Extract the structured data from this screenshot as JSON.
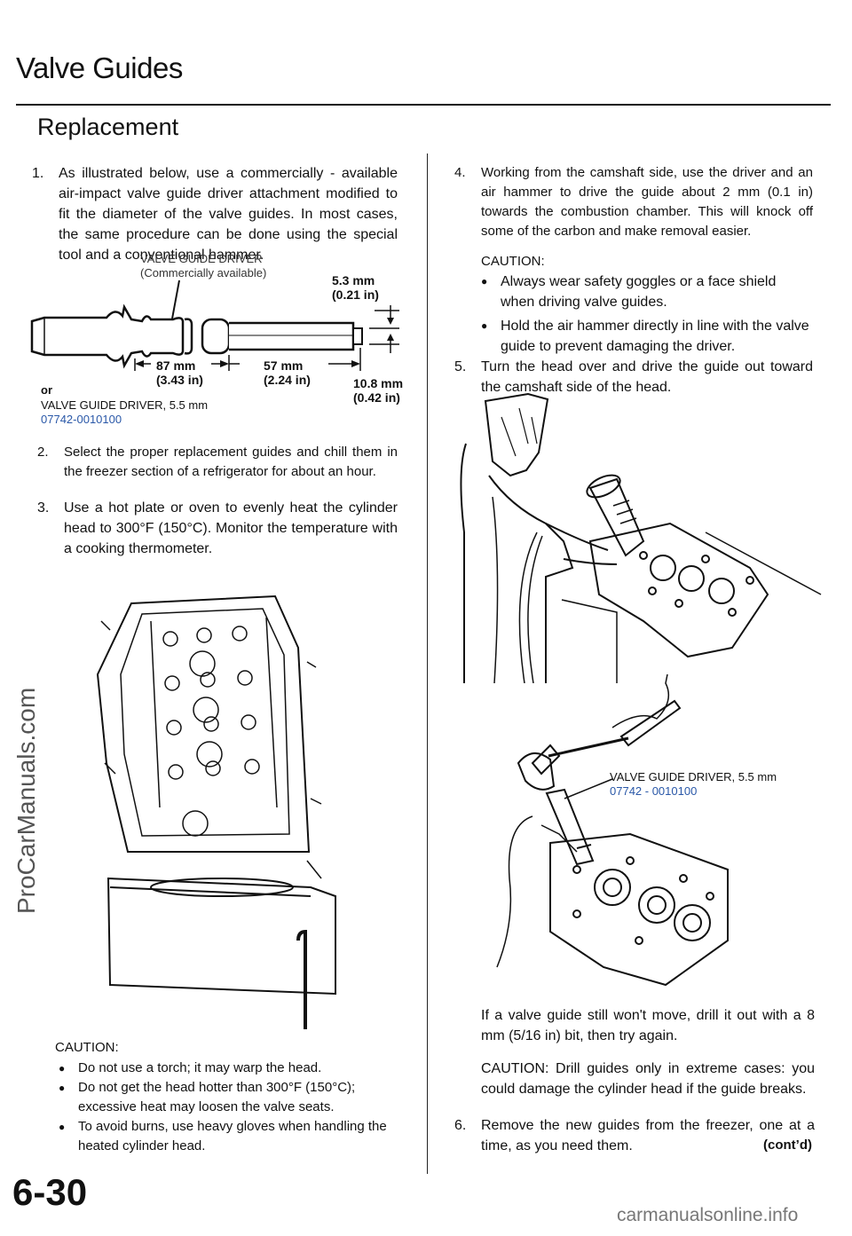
{
  "header": {
    "title": "Valve Guides",
    "subtitle": "Replacement"
  },
  "left": {
    "step1_num": "1.",
    "step1_text": "As illustrated below, use a commercially - available air-impact valve guide driver attachment modified to fit the diameter of the valve guides. In most cases, the same procedure can be done using the special tool and a conventional hammer.",
    "driver_label_line1": "VALVE GUIDE DRIVER",
    "driver_label_line2": "(Commercially available)",
    "dim1_mm": "5.3 mm",
    "dim1_in": "(0.21 in)",
    "dim2_mm": "87 mm",
    "dim2_in": "(3.43 in)",
    "dim3_mm": "57 mm",
    "dim3_in": "(2.24 in)",
    "dim4_mm": "10.8 mm",
    "dim4_in": "(0.42 in)",
    "or_label": "or",
    "tool_name": "VALVE GUIDE DRIVER, 5.5 mm",
    "tool_number": "07742-0010100",
    "step2_num": "2.",
    "step2_text": "Select the proper replacement guides and chill them in the freezer section of a refrigerator for about an hour.",
    "step3_num": "3.",
    "step3_text": "Use a hot plate or oven to evenly heat the cylinder head to 300°F (150°C). Monitor the temperature with a cooking thermometer.",
    "caution_title": "CAUTION:",
    "caution_items": [
      "Do not use a torch; it may warp the head.",
      "Do not get the head hotter than 300°F (150°C); excessive heat may loosen the valve seats.",
      "To avoid burns, use heavy gloves when handling the heated cylinder head."
    ]
  },
  "right": {
    "step4_num": "4.",
    "step4_text": "Working from the camshaft side, use the driver and an air hammer to drive the guide about 2 mm (0.1 in) towards the combustion chamber. This will knock off some of the carbon and make removal easier.",
    "caution_title": "CAUTION:",
    "caution_items": [
      "Always wear safety goggles or a face shield when driving valve guides.",
      "Hold the air hammer directly in line with the valve guide to prevent damaging the driver."
    ],
    "step5_num": "5.",
    "step5_text": "Turn the head over and drive the guide out toward the camshaft side of the head.",
    "tool_name": "VALVE GUIDE DRIVER, 5.5 mm",
    "tool_number": "07742 - 0010100",
    "drill_text": "If a valve guide still won't move, drill it out with a 8 mm (5/16 in) bit, then try again.",
    "drill_caution": "CAUTION: Drill guides only in extreme cases: you could damage the cylinder head if the guide breaks.",
    "step6_num": "6.",
    "step6_text": "Remove the new guides from the freezer, one at a time, as you need them.",
    "contd": "(cont’d)"
  },
  "footer": {
    "page_number": "6-30",
    "watermark_left": "ProCarManuals.com",
    "watermark_bottom": "carmanualsonline.info"
  }
}
